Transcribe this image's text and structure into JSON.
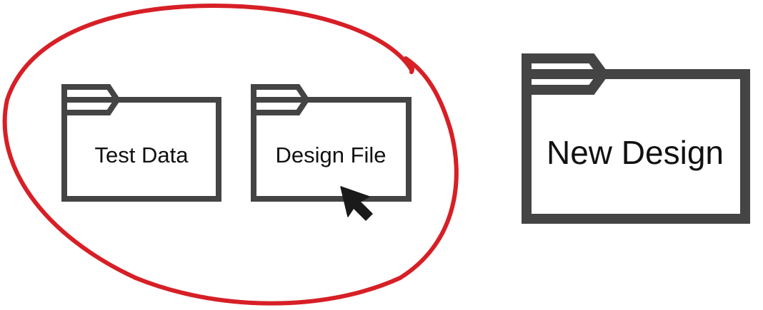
{
  "folders": {
    "test_data": {
      "label": "Test Data"
    },
    "design_file": {
      "label": "Design File"
    },
    "new_design": {
      "label": "New Design"
    }
  },
  "selection": {
    "annotation": "red-lasso-circle",
    "selected_items": [
      "Test Data",
      "Design File"
    ],
    "color": "#d71f26"
  },
  "cursor": {
    "icon": "arrow-pointer-icon",
    "color": "#1a1a1a"
  },
  "colors": {
    "folder_stroke": "#444444",
    "label_text": "#111111",
    "background": "#ffffff"
  }
}
